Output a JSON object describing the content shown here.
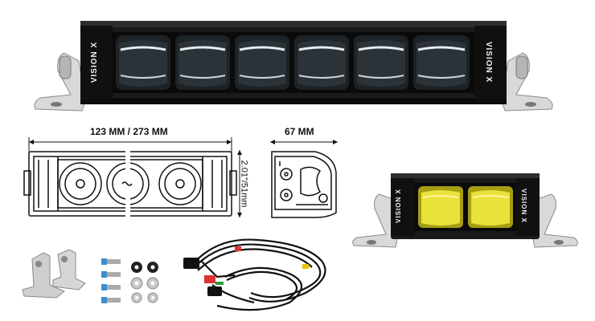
{
  "product": {
    "brand": "VISION X"
  },
  "dimensions": {
    "length_label": "123 MM / 273 MM",
    "depth_label": "67 MM",
    "height_label": "2.01\"/51mm"
  },
  "colors": {
    "housing": "#141414",
    "lens_clear": "#cfd6db",
    "lens_yellow": "#e8e23a",
    "bracket": "#c9c9c9",
    "wire": "#111111"
  }
}
